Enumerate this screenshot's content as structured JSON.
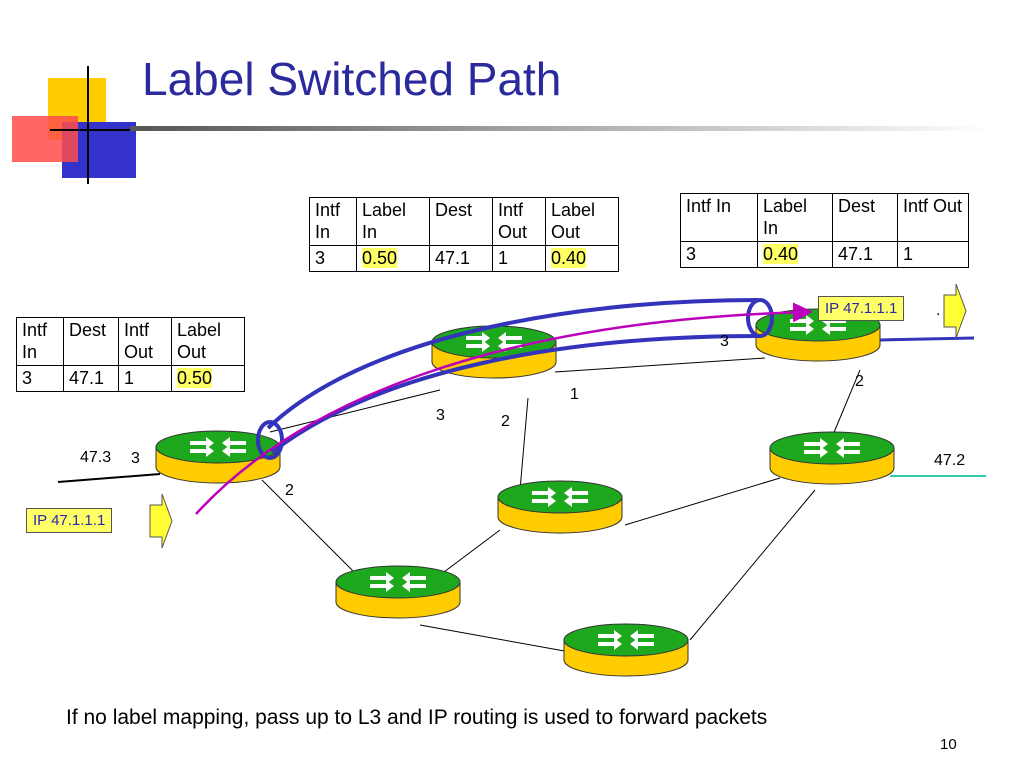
{
  "title": "Label Switched Path",
  "tables": {
    "ingress": {
      "headers": [
        "Intf In",
        "Dest",
        "Intf Out",
        "Label Out"
      ],
      "row": [
        "3",
        "47.1",
        "1",
        "0.50"
      ]
    },
    "core": {
      "headers": [
        "Intf In",
        "Label In",
        "Dest",
        "Intf Out",
        "Label Out"
      ],
      "row": [
        "3",
        "0.50",
        "47.1",
        "1",
        "0.40"
      ]
    },
    "egress": {
      "headers": [
        "Intf In",
        "Label In",
        "Dest",
        "Intf Out"
      ],
      "row": [
        "3",
        "0.40",
        "47.1",
        "1"
      ]
    }
  },
  "packets": {
    "ingress": "IP 47.1.1.1",
    "egress": "IP 47.1.1.1"
  },
  "interface_labels": {
    "r1_in": "3",
    "r1_out": "2",
    "r2_in": "3",
    "r2_mid": "2",
    "r2_out": "1",
    "r3_in": "3",
    "r3_down": "2"
  },
  "networks": {
    "left": "47.3",
    "right": "47.2",
    "top_partial": "."
  },
  "caption": "If no label mapping, pass up to L3 and IP routing is used to forward packets",
  "page_number": "10",
  "colors": {
    "title": "#2a2a9c",
    "router_top": "#1ea81e",
    "router_body": "#ffcc00",
    "lsp_tunnel": "#3333bb",
    "packet_path": "#bb00bb",
    "highlight": "#ffff66",
    "network_right": "#33ccaa"
  },
  "icons": [
    "router-icon",
    "arrow-icon"
  ]
}
